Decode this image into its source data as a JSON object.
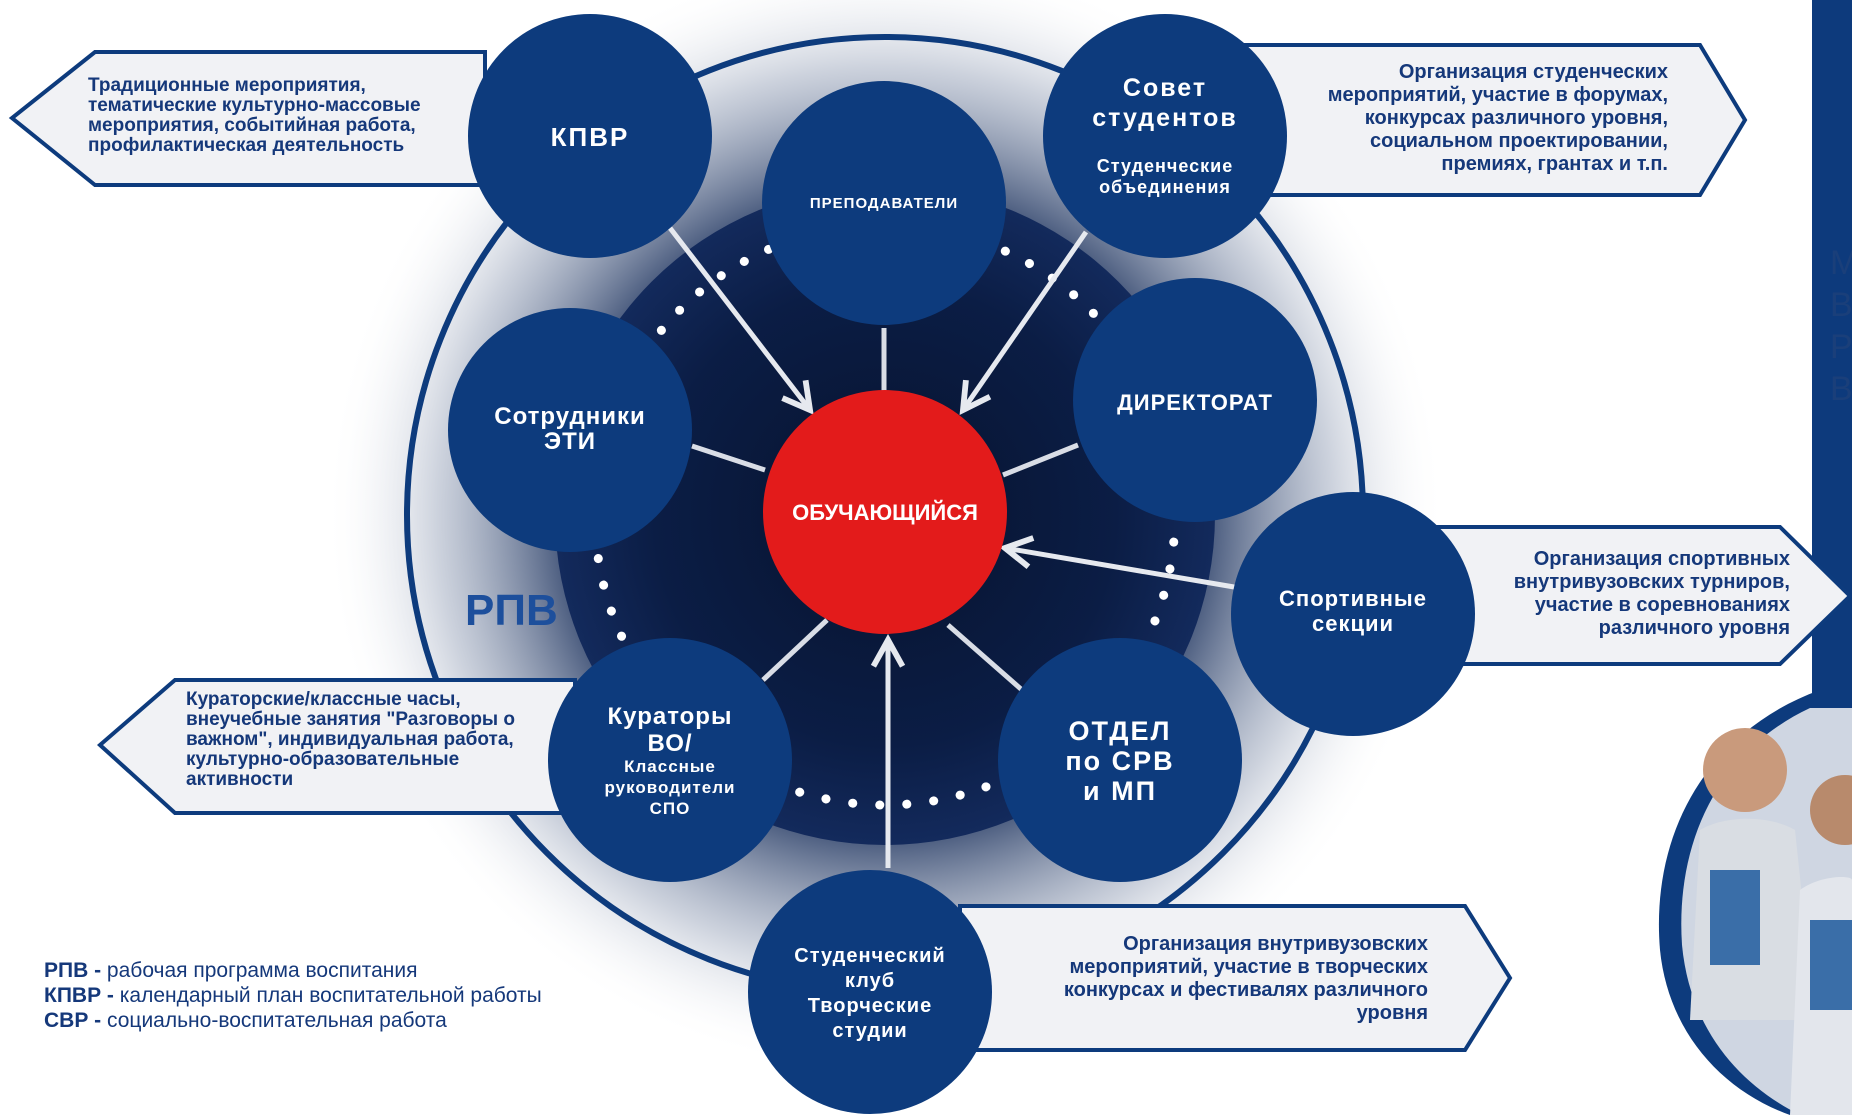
{
  "center": {
    "label": "ОБУЧАЮЩИЙСЯ"
  },
  "rpv_label": "РПВ",
  "nodes": {
    "kpvr": [
      "КПВР"
    ],
    "teachers": [
      "ПРЕПОДАВАТЕЛИ"
    ],
    "council": {
      "title": [
        "Совет",
        "студентов"
      ],
      "subtitle": [
        "Студенческие",
        "объединения"
      ]
    },
    "eti_staff": [
      "Сотрудники",
      "ЭТИ"
    ],
    "directorate": [
      "ДИРЕКТОРАТ"
    ],
    "sports": [
      "Спортивные",
      "секции"
    ],
    "curators": {
      "title": [
        "Кураторы",
        "ВО/"
      ],
      "subtitle": [
        "Классные",
        "руководители",
        "СПО"
      ]
    },
    "dept": [
      "ОТДЕЛ",
      "по СРВ",
      "и МП"
    ],
    "club": [
      "Студенческий",
      "клуб",
      "Творческие",
      "студии"
    ]
  },
  "callouts": {
    "kpvr": [
      "Традиционные мероприятия,",
      "тематические культурно-массовые",
      "мероприятия, событийная работа,",
      "профилактическая деятельность"
    ],
    "council": [
      "Организация студенческих",
      "мероприятий, участие в форумах,",
      "конкурсах различного уровня,",
      "социальном проектировании,",
      "премиях, грантах и т.п."
    ],
    "sports": [
      "Организация спортивных",
      "внутривузовских турниров,",
      "участие в соревнованиях",
      "различного уровня"
    ],
    "curators": [
      "Кураторские/классные часы,",
      "внеучебные занятия \"Разговоры о",
      "важном\", индивидуальная работа,",
      "культурно-образовательные",
      "активности"
    ],
    "club": [
      "Организация внутривузовских",
      "мероприятий, участие в творческих",
      "конкурсах и фестивалях различного",
      "уровня"
    ]
  },
  "legend": [
    {
      "abbr": "РПВ -",
      "text": " рабочая программа воспитания"
    },
    {
      "abbr": "КПВР -",
      "text": " календарный план воспитательной работы"
    },
    {
      "abbr": "СВР -",
      "text": " социально-воспитательная работа"
    }
  ],
  "side_letters": [
    "М",
    "В",
    "Р",
    "В"
  ],
  "colors": {
    "navy": "#0d3b7d",
    "dark": "#0a1a3d",
    "red": "#e31b1b",
    "text": "#15387a"
  }
}
